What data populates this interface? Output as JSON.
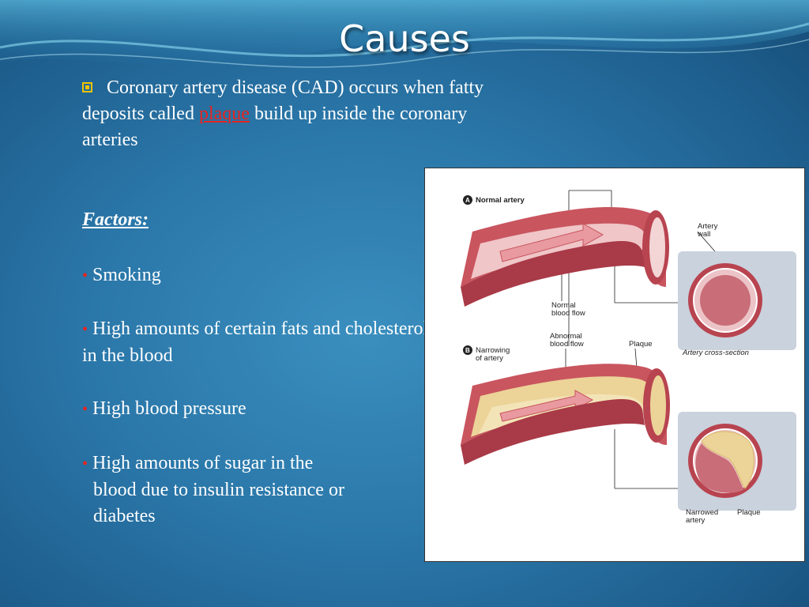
{
  "slide": {
    "title": "Causes",
    "intro_before": "Coronary artery disease  (CAD) occurs when fatty deposits called ",
    "intro_link": "plaque",
    "intro_after": " build up inside the coronary arteries",
    "factors_heading": "Factors:",
    "bullet_glyph": "•",
    "factors": [
      "Smoking",
      "High amounts of certain fats and cholesterol  in the blood",
      "High blood pressure",
      "High amounts of sugar in the"
    ],
    "factor4_cont1": "blood due to insulin resistance or",
    "factor4_cont2": "diabetes"
  },
  "figure": {
    "badge_a": "A",
    "label_a": "Normal artery",
    "artery_wall_1": "Artery",
    "artery_wall_2": "wall",
    "normal_flow_1": "Normal",
    "normal_flow_2": "blood flow",
    "cross_section": "Artery cross-section",
    "badge_b": "B",
    "label_b_1": "Narrowing",
    "label_b_2": "of artery",
    "abnormal_flow_1": "Abnormal",
    "abnormal_flow_2": "blood flow",
    "plaque_top": "Plaque",
    "narrowed_1": "Narrowed",
    "narrowed_2": "artery",
    "plaque_bottom": "Plaque"
  }
}
